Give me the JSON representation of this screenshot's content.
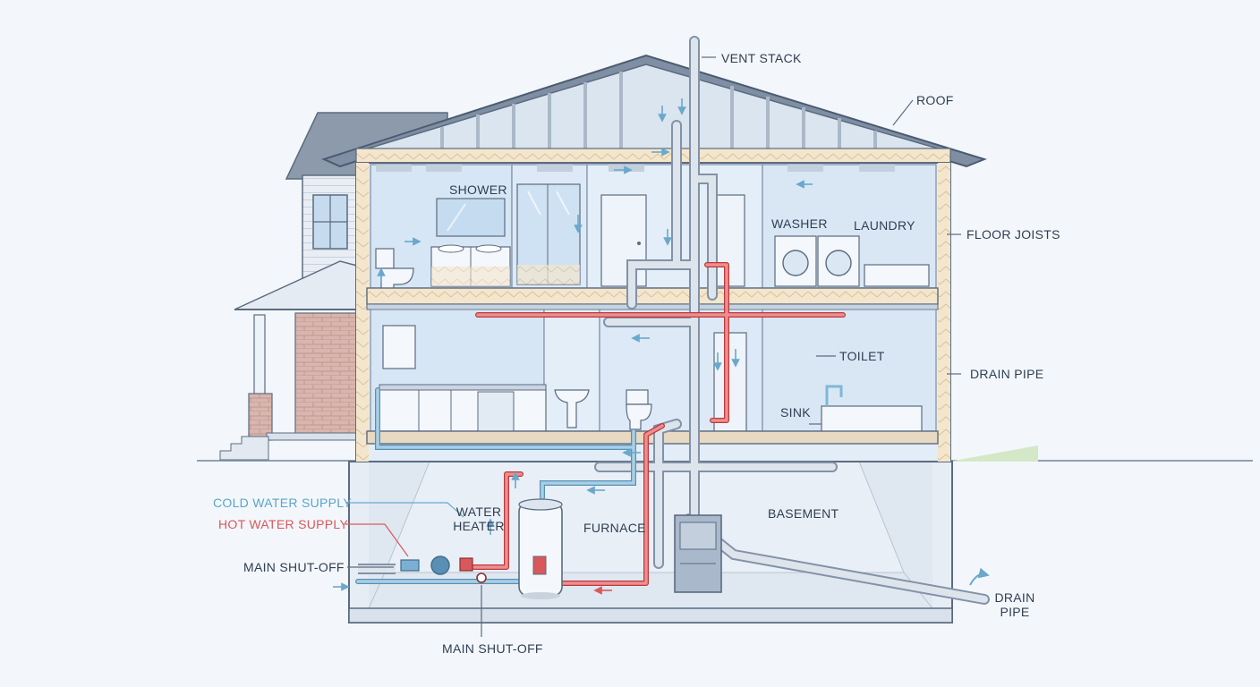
{
  "labels": {
    "vent_stack": "VENT STACK",
    "roof": "ROOF",
    "floor_joists": "FLOOR JOISTS",
    "drain_pipe_right": "DRAIN PIPE",
    "shower": "SHOWER",
    "washer": "WASHER",
    "laundry": "LAUNDRY",
    "toilet": "TOILET",
    "sink": "SINK",
    "basement": "BASEMENT",
    "water_heater_line1": "WATER",
    "water_heater_line2": "HEATER",
    "furnace": "FURNACE",
    "cold_water_supply": "COLD WATER SUPPLY",
    "hot_water_supply": "HOT WATER SUPPLY",
    "main_shutoff_left": "MAIN SHUT-OFF",
    "main_shutoff_bottom": "MAIN SHUT-OFF",
    "drain_pipe_exit_line1": "DRAIN",
    "drain_pipe_exit_line2": "PIPE"
  },
  "colors": {
    "cold_water": "#8fc4e0",
    "hot_water": "#d9585b",
    "drain_vent": "#c9d3de",
    "outline": "#5b6b80",
    "wall": "#eaf2fa",
    "room": "#dce9f6",
    "floor_slab": "#e8d9c3",
    "insulation": "#f2e4c8",
    "brick": "#cfa9a3",
    "roof_gable": "#cfd9e5",
    "basement": "#e2e9f2",
    "ground": "#cde3c4"
  },
  "icons": {
    "flow_arrow": "arrow-icon",
    "exit_arrow": "drain-exit-arrow-icon"
  }
}
